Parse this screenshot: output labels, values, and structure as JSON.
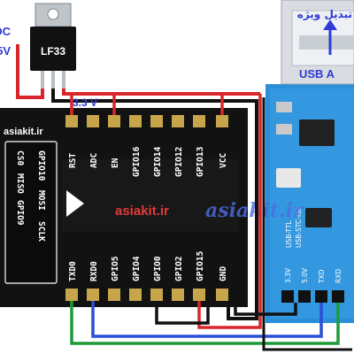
{
  "regulator": {
    "label": "LF33"
  },
  "power_input": {
    "line1": "DC",
    "line2": "5V"
  },
  "rail_label": "3.3 V",
  "watermark": "asiakit.ir",
  "module": {
    "top_pins": [
      "RST",
      "ADC",
      "EN",
      "GPIO16",
      "GPIO14",
      "GPIO12",
      "GPIO13",
      "VCC"
    ],
    "bottom_pins": [
      "TXD0",
      "RXD0",
      "GPIO5",
      "GPIO4",
      "GPIO0",
      "GPIO2",
      "GPIO15",
      "GND"
    ],
    "left_pins": [
      "CS0",
      "MISO",
      "GPIO9",
      "GPIO10",
      "MOSI",
      "SCLK"
    ],
    "brand": "asiakit.ir",
    "corner_text": "asiakit.ir"
  },
  "usb_adapter": {
    "title_persian": "تبدیل ویژه",
    "label": "USB A",
    "side_text1": "USB-TTL",
    "side_text2": "USB-STC-ISP",
    "pins": [
      "3.3V",
      "5.0V",
      "TXD",
      "RXD"
    ]
  },
  "colors": {
    "wire_red": "#d9262b",
    "wire_black": "#111111",
    "wire_green": "#1f9a3a",
    "wire_blue": "#2b4fd6",
    "module_board": "#121212",
    "usb_board": "#2a8fd8"
  }
}
